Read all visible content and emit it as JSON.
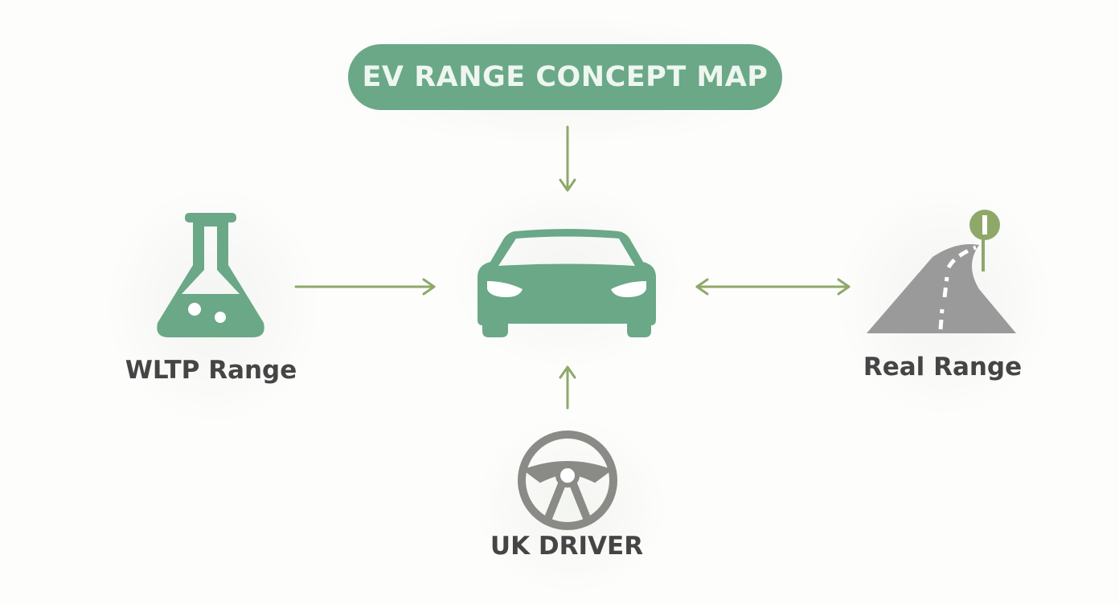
{
  "title": "EV RANGE CONCEPT MAP",
  "nodes": {
    "wltp": {
      "label": "WLTP Range",
      "icon": "flask-icon"
    },
    "car": {
      "icon": "car-icon"
    },
    "real": {
      "label": "Real Range",
      "icon": "road-icon"
    },
    "driver": {
      "label": "UK DRIVER",
      "icon": "steering-wheel-icon"
    }
  },
  "colors": {
    "primary": "#6aa887",
    "arrow": "#8ea869",
    "road": "#9a9a9a",
    "wheel": "#8a8a86",
    "text": "#454545"
  }
}
